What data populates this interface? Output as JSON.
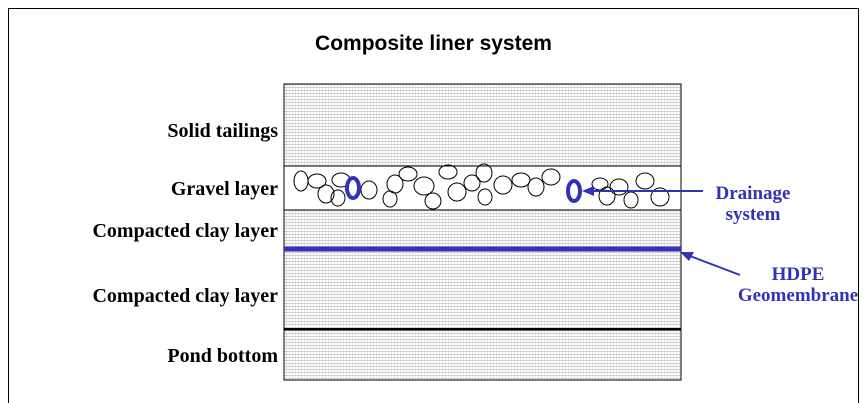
{
  "title": "Composite liner system",
  "layers": [
    {
      "label": "Solid tailings",
      "texture": "fine-hatch"
    },
    {
      "label": "Gravel layer",
      "texture": "gravel"
    },
    {
      "label": "Compacted clay layer",
      "texture": "fine-hatch"
    },
    {
      "label": "Compacted clay layer",
      "texture": "fine-hatch"
    },
    {
      "label": "Pond bottom",
      "texture": "fine-hatch"
    }
  ],
  "callouts": {
    "drainage": {
      "line1": "Drainage",
      "line2": "system"
    },
    "geomembrane": {
      "line1": "HDPE",
      "line2": "Geomembrane"
    }
  },
  "colors": {
    "accent": "#3232b4",
    "hatch": "#cfcfcf",
    "outline": "#000000"
  }
}
